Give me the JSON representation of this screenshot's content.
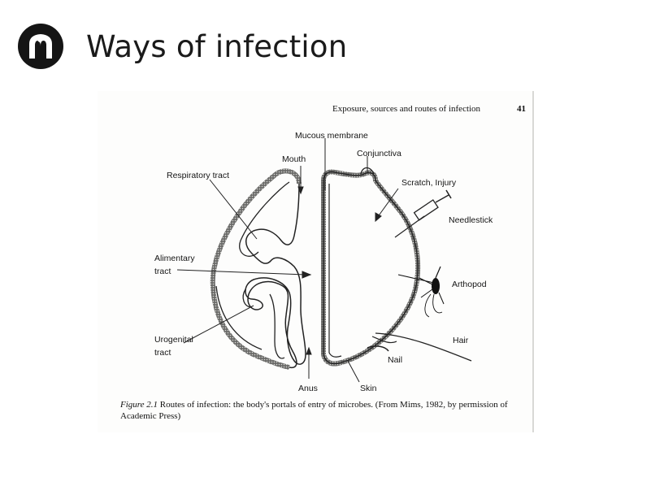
{
  "slide": {
    "title": "Ways of infection",
    "logo_icon": "cathedral-arches-icon"
  },
  "page": {
    "running_header": "Exposure, sources and routes of infection",
    "page_number": "41"
  },
  "diagram": {
    "labels": {
      "mucous_membrane": "Mucous membrane",
      "mouth": "Mouth",
      "conjunctiva": "Conjunctiva",
      "respiratory_tract": "Respiratory tract",
      "scratch_injury": "Scratch, Injury",
      "needlestick": "Needlestick",
      "alimentary_line1": "Alimentary",
      "alimentary_line2": "tract",
      "arthopod": "Arthopod",
      "urogenital_line1": "Urogenital",
      "urogenital_line2": "tract",
      "hair": "Hair",
      "nail": "Nail",
      "anus": "Anus",
      "skin": "Skin"
    }
  },
  "caption": {
    "figure_label": "Figure 2.1",
    "text": "Routes of infection: the body's portals of entry of microbes. (From Mims, 1982, by permission of Academic Press)"
  }
}
